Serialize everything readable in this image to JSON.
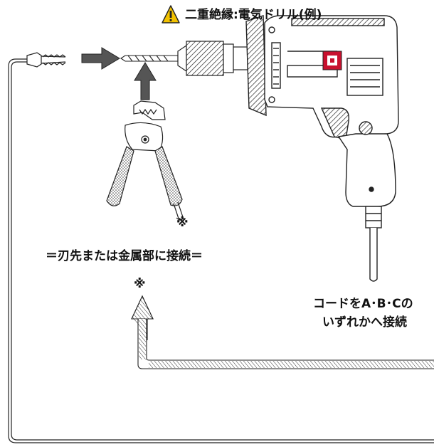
{
  "title": "二重絶縁:電気ドリル(例)",
  "note_mark": "※",
  "caption": "＝刃先または金属部に接続＝",
  "cord_line1": "コードをA･B･Cの",
  "cord_line2": "いずれかへ接続",
  "colors": {
    "warning": "#f2c200",
    "badge": "#c8102e",
    "arrow_dark": "#555555",
    "line": "#222222"
  },
  "icons": [
    "warning-icon",
    "arrow-right-icon",
    "arrow-up-icon",
    "arrow-up-outline-icon"
  ]
}
